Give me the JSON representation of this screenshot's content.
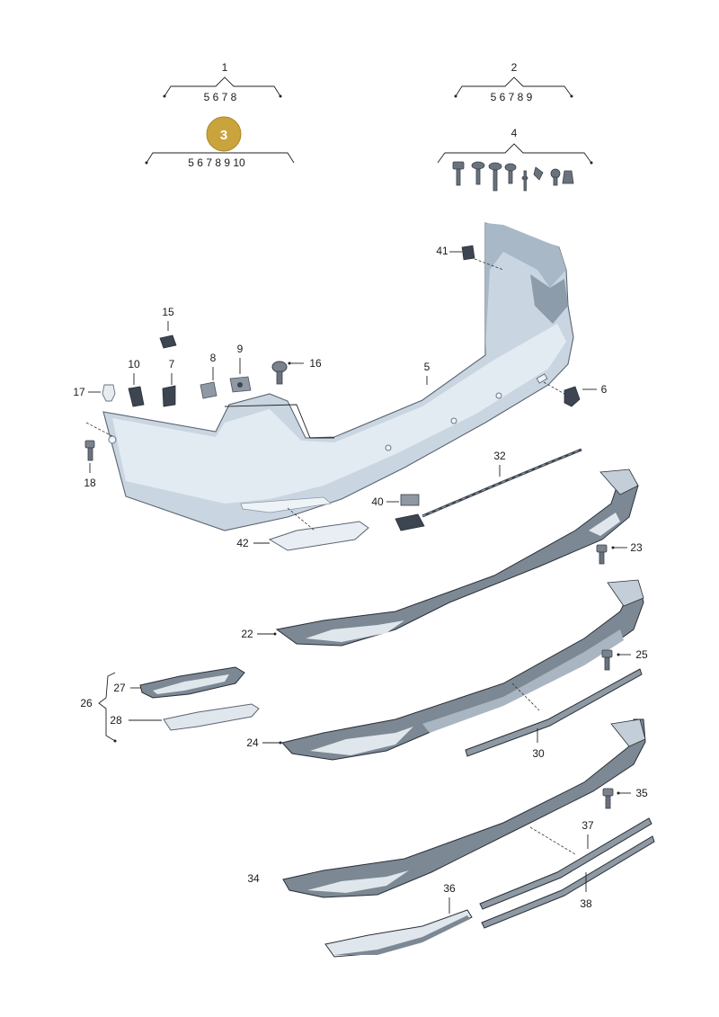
{
  "colors": {
    "highlight_badge": "#c9a43c",
    "bumper_fill": "#c9d6e1",
    "trim_dark": "#3d4550",
    "background": "#ffffff"
  },
  "groups": [
    {
      "label": "1",
      "subs": "5 6 7 8"
    },
    {
      "label": "2",
      "subs": "5 6 7 8 9"
    },
    {
      "label": "3",
      "subs": "5 6 7 8 9 10",
      "highlighted": true
    },
    {
      "label": "4"
    }
  ],
  "callouts": {
    "c5": "5",
    "c6": "6",
    "c7": "7",
    "c8": "8",
    "c9": "9",
    "c10": "10",
    "c15": "15",
    "c16": "16",
    "c17": "17",
    "c18": "18",
    "c22": "22",
    "c23": "23",
    "c24": "24",
    "c25": "25",
    "c26": "26",
    "c27": "27",
    "c28": "28",
    "c30": "30",
    "c32": "32",
    "c34": "34",
    "c35": "35",
    "c36": "36",
    "c37": "37",
    "c38": "38",
    "c40": "40",
    "c41": "41",
    "c42": "42"
  }
}
